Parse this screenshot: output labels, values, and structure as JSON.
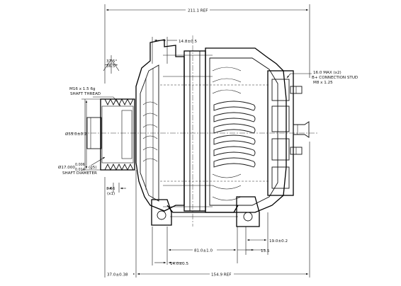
{
  "dimensions": {
    "overall_ref": "211.1 REF",
    "top_width": "14.8±0.5",
    "angle_a": "37.5°",
    "angle_b": "36.5°",
    "shaft_thread_1": "M16 x 1.5 6g",
    "shaft_thread_2": "SHAFT THREAD",
    "pulley_dia": "Ø55.0±0.2",
    "shaft_dia_1": "Ø17.000",
    "shaft_dia_tol_plus": "0.006",
    "shaft_dia_tol_minus": "0.014",
    "shaft_dia_grade": "(g5)",
    "shaft_dia_2": "SHAFT DIAMETER",
    "offset_1": "3.56",
    "offset_2": "(x1)",
    "stud_1": "16.0 MAX (x2)",
    "stud_2": "B+ CONNECTION STUD",
    "stud_3": "M8 x 1.25",
    "right_foot": "19.0±0.2",
    "mount_span": "81.0±1.0",
    "mount_right": "13.5",
    "foot_width": "14.0±0.5",
    "pulley_offset": "37.0±0.38",
    "body_ref": "154.9 REF"
  },
  "colors": {
    "line": "#111111",
    "background": "#ffffff"
  },
  "icons": [
    "alternator-drawing"
  ]
}
